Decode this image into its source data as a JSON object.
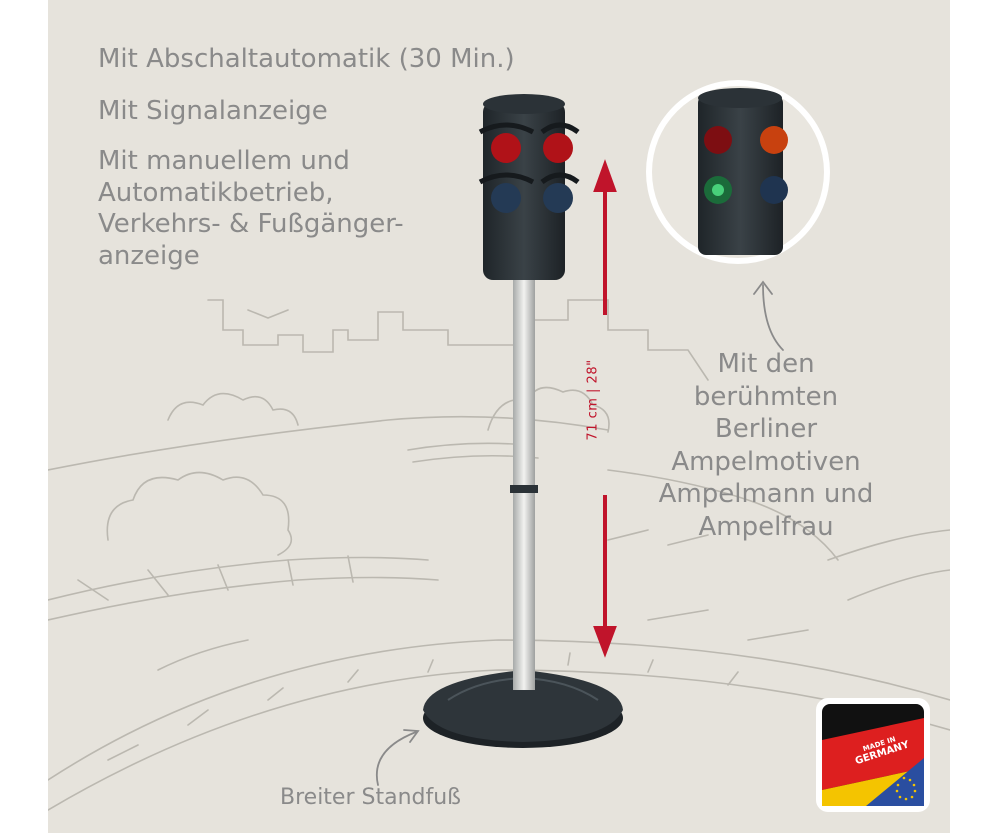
{
  "features": {
    "line1": "Mit Abschaltautomatik (30 Min.)",
    "line2": "Mit Signalanzeige",
    "line3": "Mit manuellem und Automatikbetrieb, Verkehrs- & Fußgänger-anzeige"
  },
  "callout": {
    "text": "Mit den berühmten Berliner Ampelmotiven Ampelmann und Ampelfrau"
  },
  "base_label": "Breiter Standfuß",
  "dimension_label": "71 cm | 28\"",
  "badge": {
    "line1": "MADE IN",
    "line2": "GERMANY"
  },
  "colors": {
    "background": "#e6e3dc",
    "text_gray": "#8a8a8a",
    "accent_red": "#c0142b",
    "light_body": "#2b3237",
    "flag_black": "#111111",
    "flag_red": "#dd1f1f",
    "flag_gold": "#f4c400",
    "eu_blue": "#2a4ea0"
  },
  "icons": [
    "traffic-light",
    "arrow-curved-up",
    "arrow-curved-left",
    "dimension-arrow",
    "made-in-germany-flag"
  ]
}
